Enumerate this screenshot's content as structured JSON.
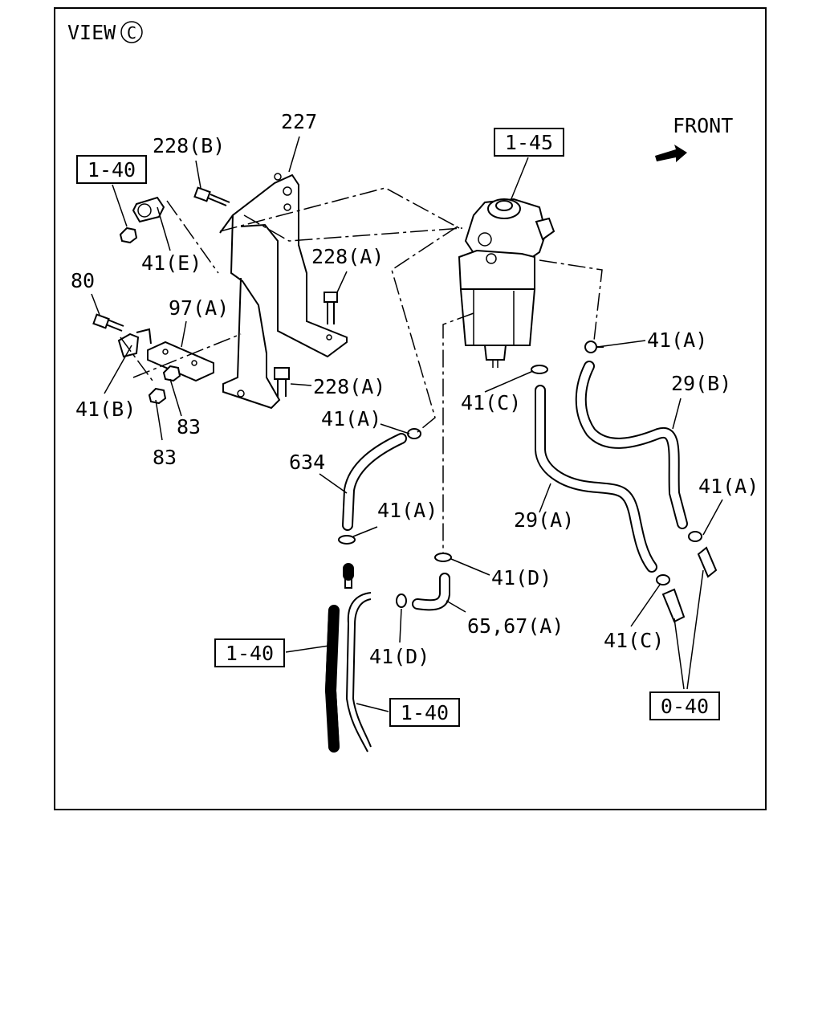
{
  "view": {
    "label": "VIEW",
    "circle_letter": "C"
  },
  "front_label": "FRONT",
  "ref_boxes": [
    "1-40",
    "1-45",
    "1-40",
    "1-40",
    "0-40"
  ],
  "callouts": [
    "227",
    "228(B)",
    "41(E)",
    "80",
    "97(A)",
    "228(A)",
    "228(A)",
    "41(B)",
    "83",
    "83",
    "41(A)",
    "634",
    "41(A)",
    "41(C)",
    "41(A)",
    "29(B)",
    "29(A)",
    "41(A)",
    "41(D)",
    "65,67(A)",
    "41(D)",
    "41(C)"
  ]
}
